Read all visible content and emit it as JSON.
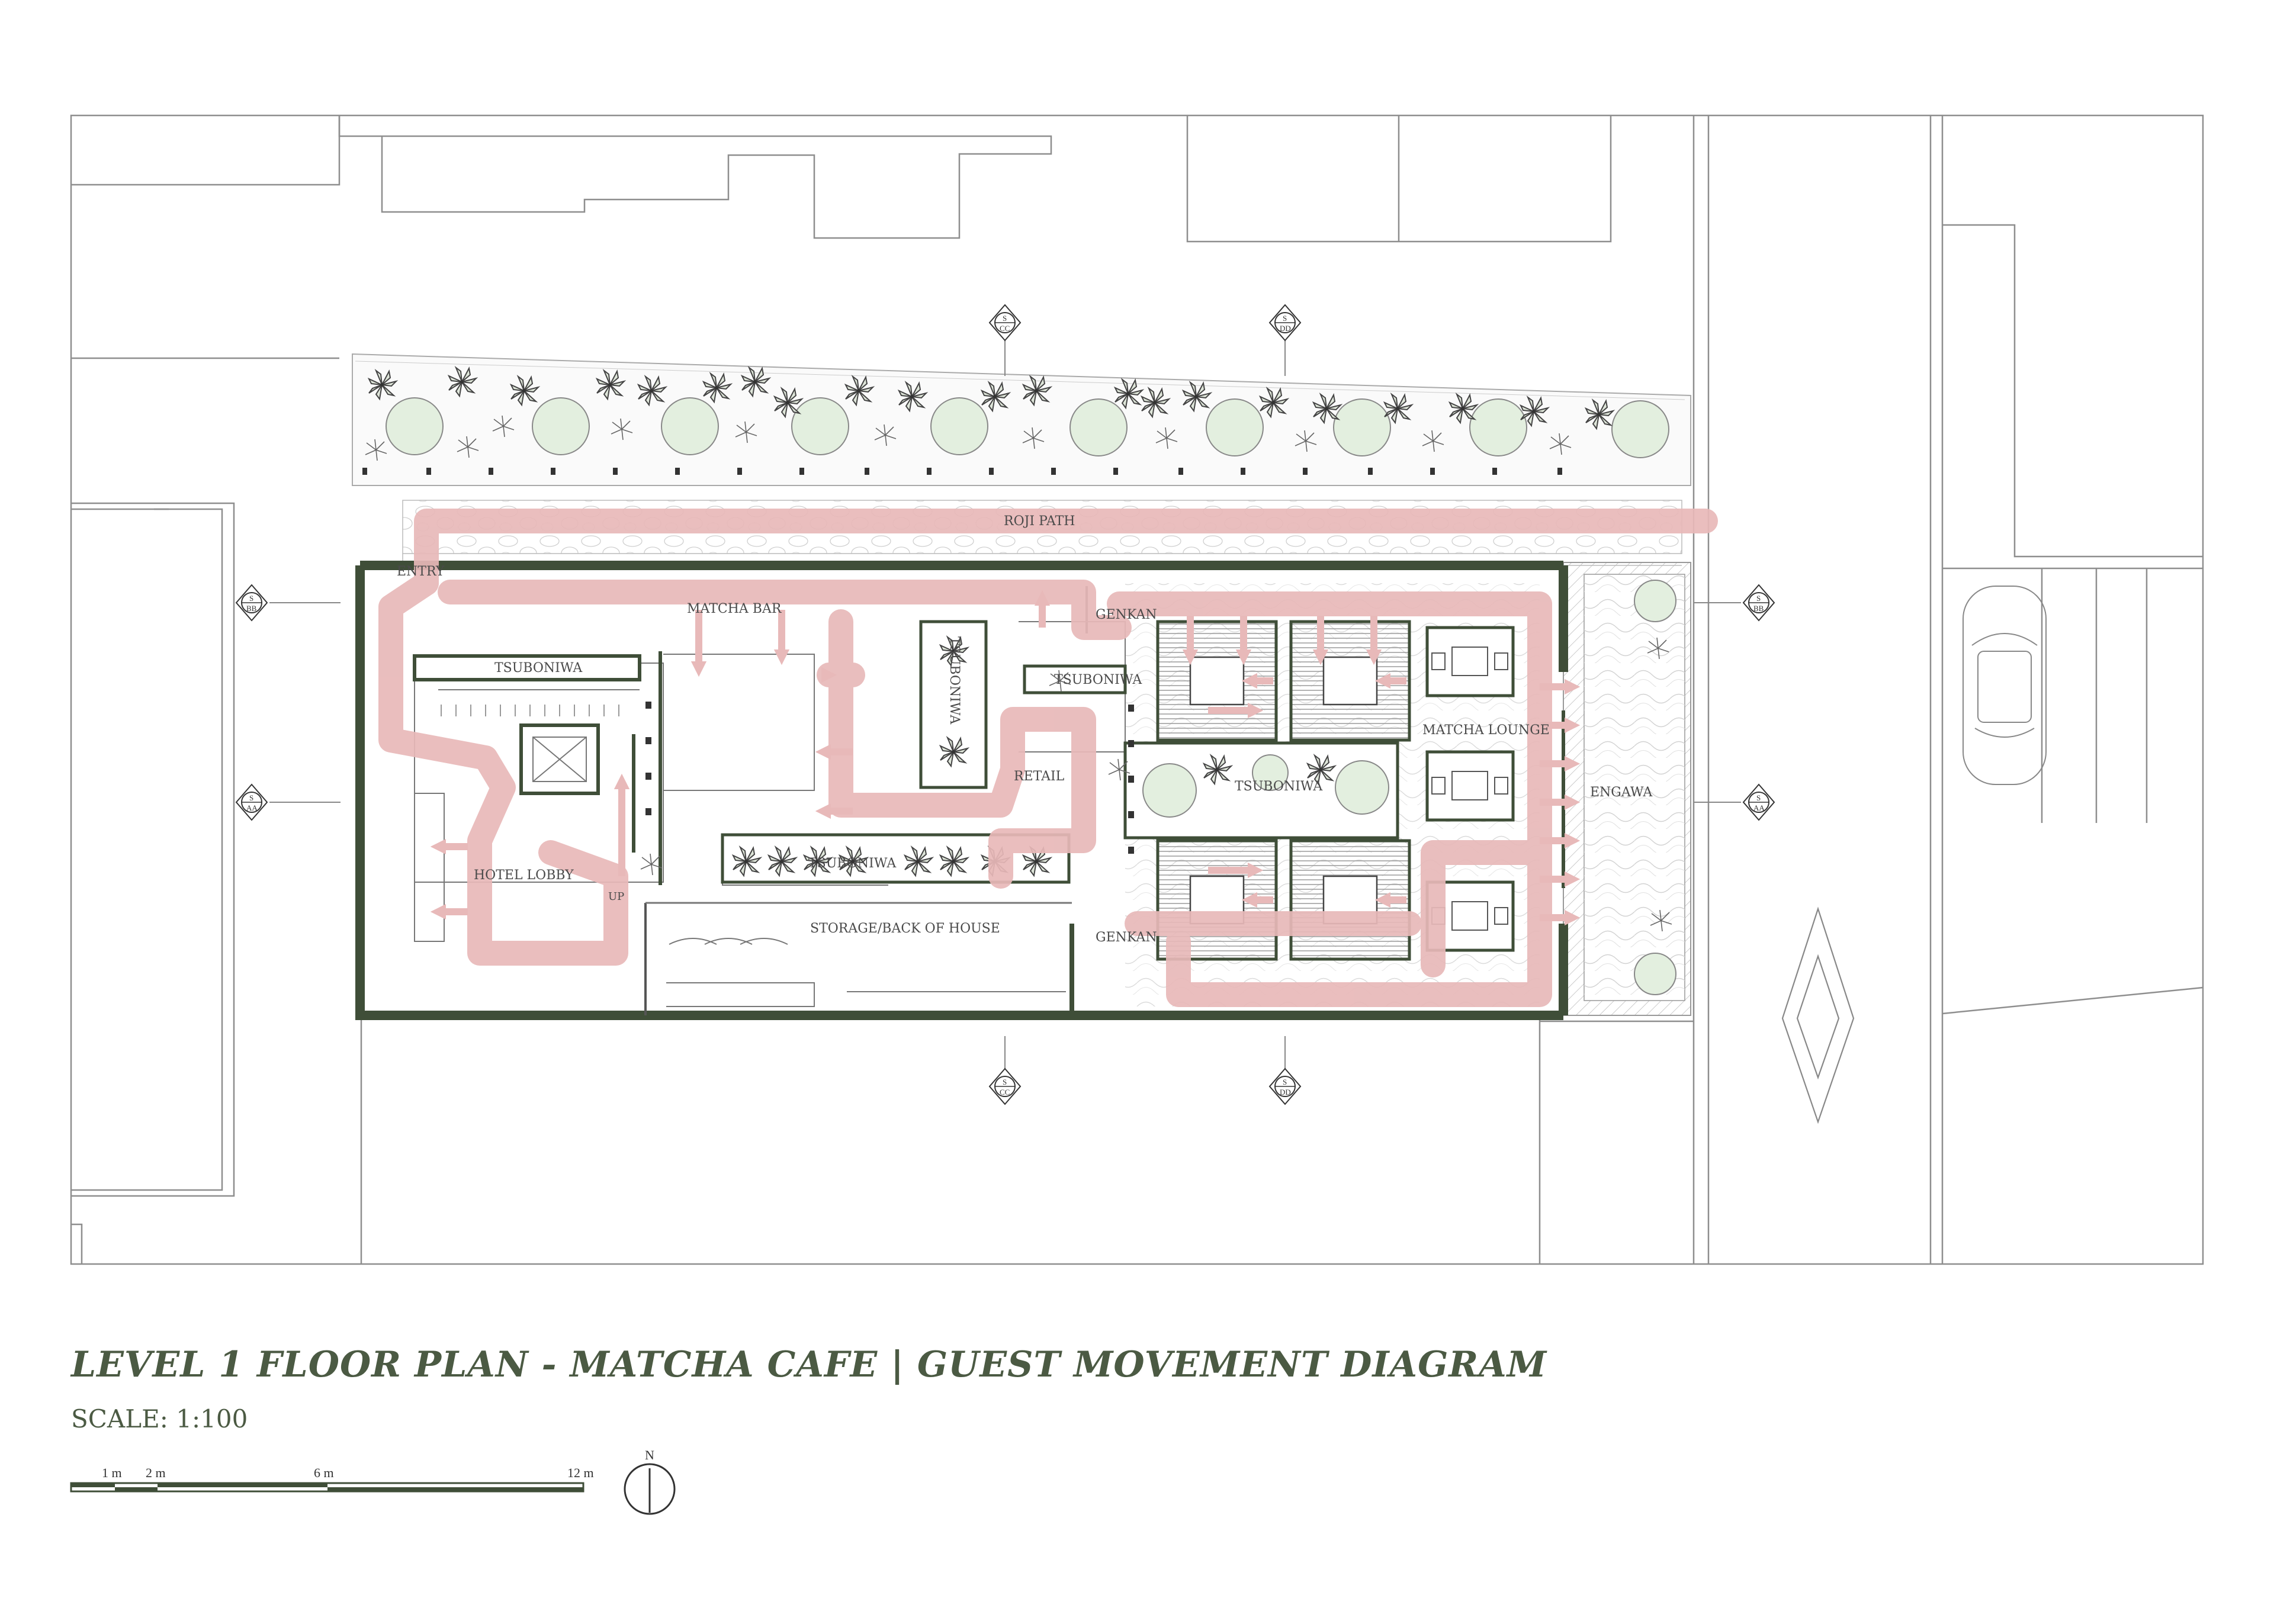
{
  "title": "LEVEL 1 FLOOR PLAN - MATCHA CAFE | GUEST MOVEMENT DIAGRAM",
  "scale": "SCALE: 1:100",
  "scale_bar_labels": [
    "1 m",
    "2 m",
    "6 m",
    "12 m"
  ],
  "north": "N",
  "rooms": {
    "roji_path": "ROJI PATH",
    "entry": "ENTRY",
    "matcha_bar": "MATCHA BAR",
    "tsuboniwa_1": "TSUBONIWA",
    "tsuboniwa_2": "TSUBONIWA",
    "tsuboniwa_3": "TSUBONIWA",
    "tsuboniwa_4": "TSUBONIWA",
    "tsuboniwa_5": "TSUBONIWA",
    "retail": "RETAIL",
    "genkan_1": "GENKAN",
    "genkan_2": "GENKAN",
    "matcha_lounge": "MATCHA LOUNGE",
    "engawa": "ENGAWA",
    "hotel_lobby": "HOTEL LOBBY",
    "up": "UP",
    "storage": "STORAGE/BACK OF HOUSE"
  },
  "section_markers": [
    {
      "s": "S",
      "ref": "CC"
    },
    {
      "s": "S",
      "ref": "DD"
    },
    {
      "s": "S",
      "ref": "BB"
    },
    {
      "s": "S",
      "ref": "AA"
    },
    {
      "s": "S",
      "ref": "BB"
    },
    {
      "s": "S",
      "ref": "AA"
    },
    {
      "s": "S",
      "ref": "CC"
    },
    {
      "s": "S",
      "ref": "DD"
    }
  ],
  "colors": {
    "wall": "#3f4e38",
    "path": "#e8b9b9",
    "tree": "#e3efdf",
    "line": "#8e8e8e",
    "title": "#4b5a43"
  }
}
